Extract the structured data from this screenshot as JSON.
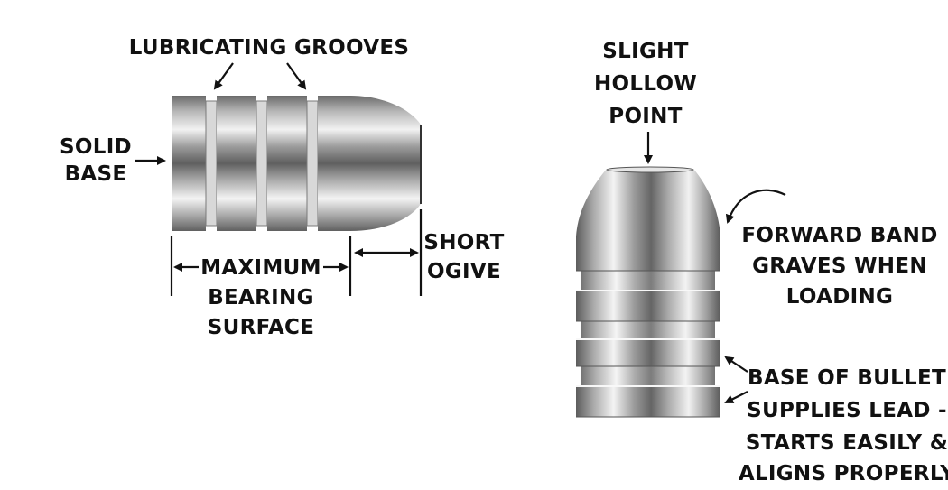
{
  "left_bullet": {
    "lubricating_grooves": "LUBRICATING GROOVES",
    "solid_base": [
      "SOLID",
      "BASE"
    ],
    "maximum_bearing_surface": [
      "MAXIMUM",
      "BEARING",
      "SURFACE"
    ],
    "short_ogive": [
      "SHORT",
      "OGIVE"
    ]
  },
  "right_bullet": {
    "slight_hollow_point": [
      "SLIGHT",
      "HOLLOW",
      "POINT"
    ],
    "forward_band": [
      "FORWARD BAND",
      "GRAVES WHEN",
      "LOADING"
    ],
    "base_of_bullet": [
      "BASE OF BULLET",
      "SUPPLIES LEAD -",
      "STARTS EASILY &",
      "ALIGNS PROPERLY"
    ]
  },
  "colors": {
    "ink": "#111111",
    "metal_light": "#f4f4f4",
    "metal_dark": "#5a5a5a"
  }
}
